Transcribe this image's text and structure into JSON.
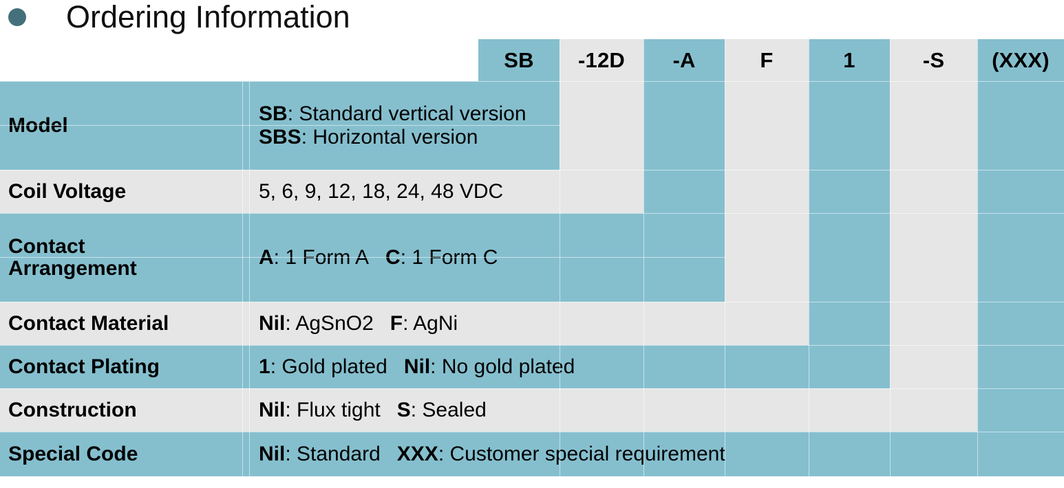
{
  "slide": {
    "title": "Ordering Information",
    "bullet_icon": "bullet-dot-icon",
    "accent_color": "#43707A",
    "table_teal": "#85bfce",
    "table_gray": "#e6e6e6"
  },
  "part_number_header": {
    "codes": [
      "SB",
      "-12D",
      "-A",
      "F",
      "1",
      "-S",
      "(XXX)"
    ]
  },
  "table": {
    "rows": [
      {
        "label": "Model",
        "label_lines": [
          "Model"
        ],
        "values": [
          {
            "code": "SB",
            "sep": ": ",
            "desc": "Standard vertical version"
          },
          {
            "code": "SBS",
            "sep": ": ",
            "desc": "Horizontal version"
          }
        ],
        "value_text": "SB: Standard vertical version / SBS: Horizontal version"
      },
      {
        "label": "Coil Voltage",
        "label_lines": [
          "Coil Voltage"
        ],
        "values": [
          {
            "code": "",
            "sep": "",
            "desc": "5, 6, 9, 12, 18, 24, 48 VDC"
          }
        ],
        "value_text": "5, 6, 9, 12, 18, 24, 48 VDC"
      },
      {
        "label": "Contact Arrangement",
        "label_lines": [
          "Contact",
          "Arrangement"
        ],
        "values": [
          {
            "code": "A",
            "sep": ": ",
            "desc": "1 Form A"
          },
          {
            "code": "C",
            "sep": ": ",
            "desc": "1 Form C"
          }
        ],
        "value_text": "A: 1 Form A   C: 1 Form C"
      },
      {
        "label": "Contact Material",
        "label_lines": [
          "Contact Material"
        ],
        "values": [
          {
            "code": "Nil",
            "sep": ": ",
            "desc": "AgSnO2"
          },
          {
            "code": "F",
            "sep": ": ",
            "desc": "AgNi"
          }
        ],
        "value_text": "Nil: AgSnO2   F: AgNi"
      },
      {
        "label": "Contact Plating",
        "label_lines": [
          "Contact Plating"
        ],
        "values": [
          {
            "code": "1",
            "sep": ": ",
            "desc": "Gold plated"
          },
          {
            "code": "Nil",
            "sep": ": ",
            "desc": "No gold plated"
          }
        ],
        "value_text": "1: Gold plated   Nil: No gold plated"
      },
      {
        "label": "Construction",
        "label_lines": [
          "Construction"
        ],
        "values": [
          {
            "code": "Nil",
            "sep": ": ",
            "desc": "Flux tight"
          },
          {
            "code": "S",
            "sep": ": ",
            "desc": "Sealed"
          }
        ],
        "value_text": "Nil: Flux tight   S: Sealed"
      },
      {
        "label": "Special Code",
        "label_lines": [
          "Special Code"
        ],
        "values": [
          {
            "code": "Nil",
            "sep": ": ",
            "desc": "Standard"
          },
          {
            "code": "XXX",
            "sep": ": ",
            "desc": "Customer special requirement"
          }
        ],
        "value_text": "Nil: Standard   XXX: Customer special requirement"
      }
    ]
  }
}
